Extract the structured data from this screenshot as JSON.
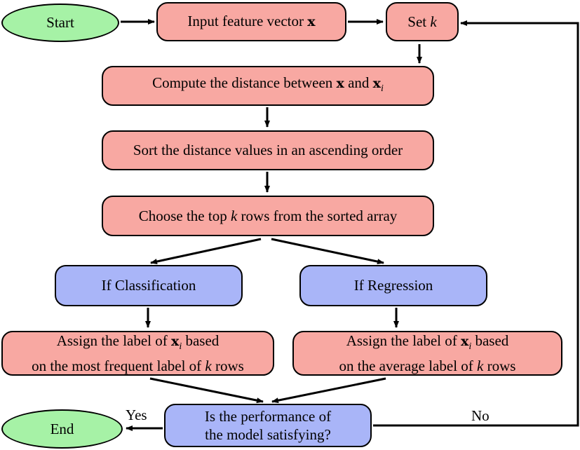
{
  "nodes": {
    "start": "Start",
    "input_prefix": "Input feature vector ",
    "input_var": "x",
    "setk_prefix": "Set ",
    "setk_var": "k",
    "compute_prefix": "Compute the distance between ",
    "compute_var1": "x",
    "compute_mid": " and ",
    "compute_var2": "x",
    "compute_sub": "i",
    "sort": "Sort the distance values in an ascending order",
    "choose_prefix": "Choose the top ",
    "choose_var": "k",
    "choose_suffix": " rows from the sorted array",
    "classification": "If Classification",
    "regression": "If Regression",
    "assign_class_l1_prefix": "Assign the label of ",
    "assign_class_l1_var": "x",
    "assign_class_l1_sub": "i",
    "assign_class_l1_suffix": " based",
    "assign_class_l2_prefix": "on the most frequent label of ",
    "assign_class_l2_var": "k",
    "assign_class_l2_suffix": " rows",
    "assign_reg_l1_prefix": "Assign the label of ",
    "assign_reg_l1_var": "x",
    "assign_reg_l1_sub": "i",
    "assign_reg_l1_suffix": " based",
    "assign_reg_l2_prefix": "on the average label of ",
    "assign_reg_l2_var": "k",
    "assign_reg_l2_suffix": " rows",
    "perf_l1": "Is the performance of",
    "perf_l2": "the model satisfying?",
    "end": "End"
  },
  "edge_labels": {
    "yes": "Yes",
    "no": "No"
  },
  "colors": {
    "process": "#f8a8a2",
    "branch": "#a9b5f8",
    "terminal": "#a6f2a6",
    "stroke": "#000000"
  }
}
